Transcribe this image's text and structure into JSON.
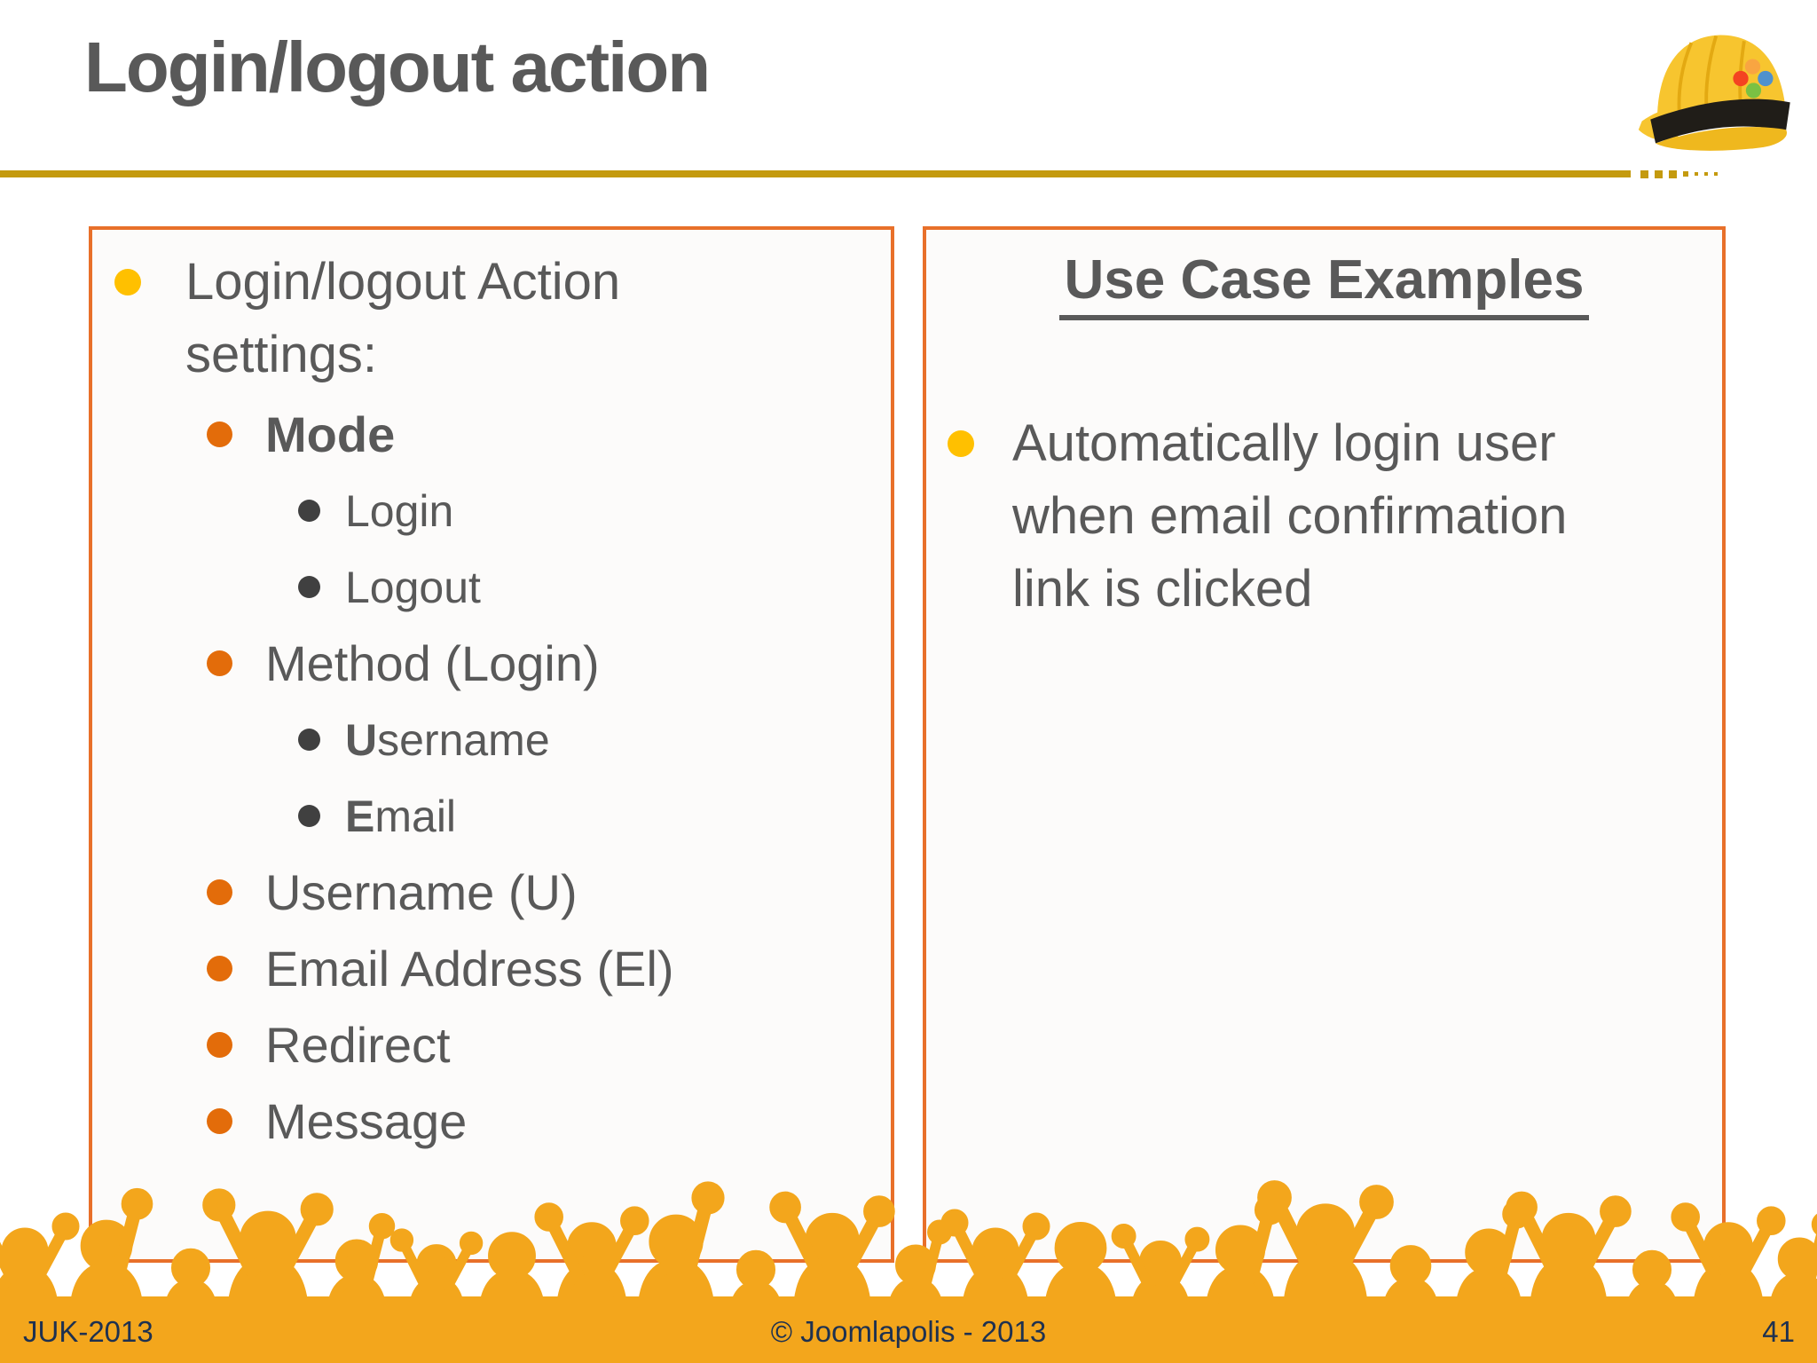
{
  "slide": {
    "title": "Login/logout action",
    "footer": {
      "left": "JUK-2013",
      "center": "© Joomlapolis - 2013",
      "page": "41"
    }
  },
  "left_panel": {
    "items": [
      {
        "level": 1,
        "text": "Login/logout Action settings:"
      },
      {
        "level": 2,
        "text": "Mode",
        "bold": true
      },
      {
        "level": 3,
        "text": "Login"
      },
      {
        "level": 3,
        "text": "Logout"
      },
      {
        "level": 2,
        "text": "Method (Login)"
      },
      {
        "level": 3,
        "prefix": "U",
        "rest": "sername"
      },
      {
        "level": 3,
        "prefix": "E",
        "rest": "mail"
      },
      {
        "level": 2,
        "text": "Username (U)"
      },
      {
        "level": 2,
        "text": "Email Address (El)"
      },
      {
        "level": 2,
        "text": "Redirect"
      },
      {
        "level": 2,
        "text": "Message"
      }
    ]
  },
  "right_panel": {
    "heading": "Use Case Examples",
    "items": [
      {
        "text": "Automatically login user when email confirmation link is clicked"
      }
    ]
  },
  "icons": {
    "top_right": "joomla-hardhat-icon",
    "bottom": "crowd-silhouette"
  },
  "colors": {
    "title_text": "#595959",
    "body_text": "#595959",
    "divider_gold": "#C49A0E",
    "panel_border": "#E8702A",
    "panel_background": "#FCFBFA",
    "bullet_level1_yellow": "#FFC000",
    "bullet_level2_orange": "#E36C0A",
    "bullet_level3_dark": "#404040",
    "crowd_orange": "#F3A61C",
    "footer_text": "#1E3150",
    "hat_yellow": "#F7C52F",
    "hat_band_black": "#201D18"
  }
}
